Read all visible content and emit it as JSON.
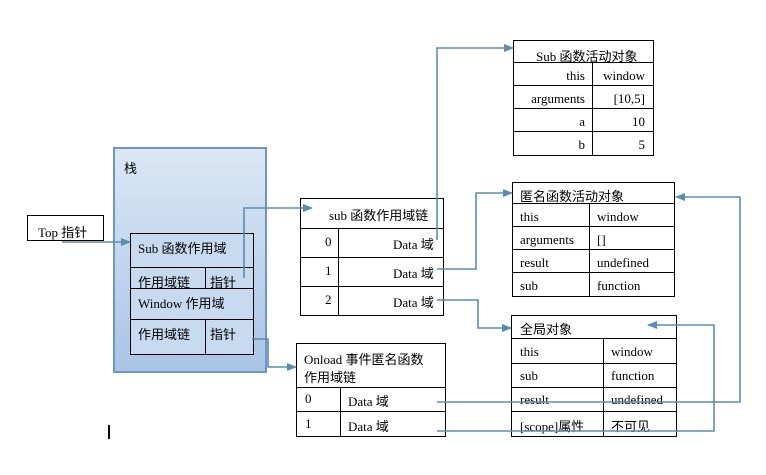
{
  "stack": {
    "title": "栈",
    "sub_frame": {
      "title": "Sub 函数作用域",
      "chain_label": "作用域链",
      "pointer_label": "指针"
    },
    "window_frame": {
      "title": "Window 作用域",
      "chain_label": "作用域链",
      "pointer_label": "指针"
    }
  },
  "top_pointer": {
    "label": "Top 指针"
  },
  "sub_scope_chain": {
    "title": "sub 函数作用域链",
    "rows": [
      {
        "index": "0",
        "value": "Data 域"
      },
      {
        "index": "1",
        "value": "Data 域"
      },
      {
        "index": "2",
        "value": "Data 域"
      }
    ]
  },
  "onload_scope_chain": {
    "title_line1": "Onload 事件匿名函数",
    "title_line2": "作用域链",
    "rows": [
      {
        "index": "0",
        "value": "Data 域"
      },
      {
        "index": "1",
        "value": "Data 域"
      }
    ]
  },
  "sub_activation": {
    "title": "Sub 函数活动对象",
    "rows": [
      {
        "key": "this",
        "value": "window"
      },
      {
        "key": "arguments",
        "value": "[10,5]"
      },
      {
        "key": "a",
        "value": "10"
      },
      {
        "key": "b",
        "value": "5"
      }
    ]
  },
  "anon_activation": {
    "title": "匿名函数活动对象",
    "rows": [
      {
        "key": "this",
        "value": "window"
      },
      {
        "key": "arguments",
        "value": "[]"
      },
      {
        "key": "result",
        "value": "undefined"
      },
      {
        "key": "sub",
        "value": "function"
      }
    ]
  },
  "global_object": {
    "title": "全局对象",
    "rows": [
      {
        "key": "this",
        "value": "window"
      },
      {
        "key": "sub",
        "value": "function"
      },
      {
        "key": "result",
        "value": "undefined"
      },
      {
        "key": "[scope]属性",
        "value": "不可见"
      }
    ]
  },
  "colors": {
    "arrow": "#5b8db0",
    "stack_fill": "#b8cfe9",
    "stack_border": "#6f97c6",
    "frame_fill": "#c8daf0"
  }
}
